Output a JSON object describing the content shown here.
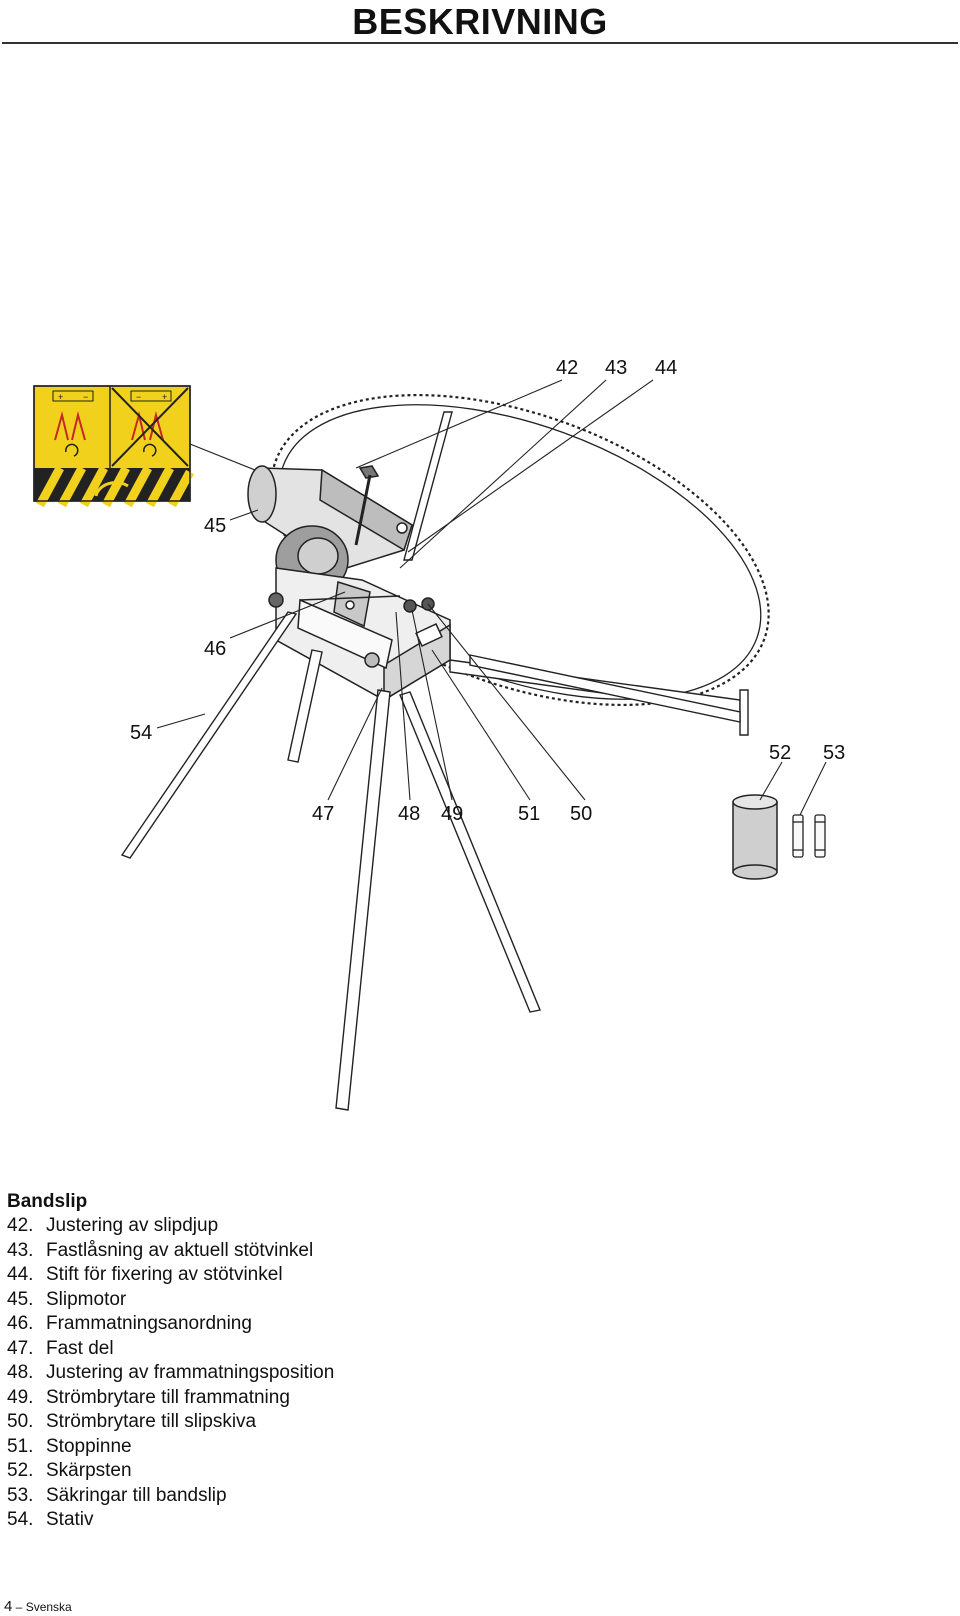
{
  "header": {
    "title": "BESKRIVNING"
  },
  "figure": {
    "callouts": [
      "42",
      "43",
      "44",
      "45",
      "46",
      "54",
      "52",
      "53",
      "47",
      "48",
      "49",
      "51",
      "50"
    ],
    "warning_sign": {
      "plus": "+",
      "minus": "−"
    }
  },
  "legend": {
    "heading": "Bandslip",
    "items": [
      {
        "num": "42.",
        "label": "Justering av slipdjup"
      },
      {
        "num": "43.",
        "label": "Fastlåsning av aktuell stötvinkel"
      },
      {
        "num": "44.",
        "label": "Stift för fixering av stötvinkel"
      },
      {
        "num": "45.",
        "label": "Slipmotor"
      },
      {
        "num": "46.",
        "label": "Frammatningsanordning"
      },
      {
        "num": "47.",
        "label": "Fast del"
      },
      {
        "num": "48.",
        "label": "Justering av frammatningsposition"
      },
      {
        "num": "49.",
        "label": "Strömbrytare till frammatning"
      },
      {
        "num": "50.",
        "label": "Strömbrytare till slipskiva"
      },
      {
        "num": "51.",
        "label": "Stoppinne"
      },
      {
        "num": "52.",
        "label": "Skärpsten"
      },
      {
        "num": "53.",
        "label": "Säkringar till bandslip"
      },
      {
        "num": "54.",
        "label": "Stativ"
      }
    ]
  },
  "footer": {
    "page": "4",
    "sep": " – ",
    "lang": "Svenska"
  }
}
